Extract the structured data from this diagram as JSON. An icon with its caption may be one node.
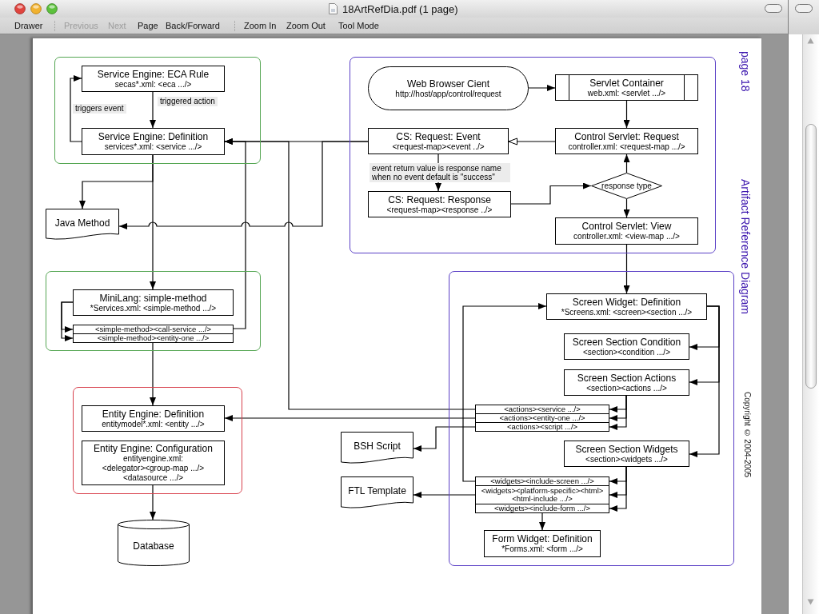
{
  "diagram": {
    "title": "Artifact Reference Diagram",
    "nodes": [
      {
        "text": [],
        "shape": "box"
      },
      {
        "text": [
          "Service Engine: ECA Rule",
          "secas*.xml: <eca .../>"
        ],
        "in": 0
      },
      {
        "text": [
          "Service Engine: Definition",
          "services*.xml: <service .../>"
        ],
        "in": 0
      },
      {
        "text": [],
        "shape": "box"
      },
      {
        "text": [
          "Web Browser Cient",
          "http://host/app/control/request"
        ],
        "in": 3
      },
      {
        "text": [
          "Servlet Container",
          "web.xml: <servlet .../>"
        ],
        "in": 3
      },
      {
        "text": [
          "CS: Request: Event",
          "<request-map><event ../>"
        ],
        "in": 3
      },
      {
        "text": [
          "Control Servlet: Request",
          "controller.xml: <request-map .../>"
        ],
        "in": 3
      },
      {
        "text": [
          "response type"
        ],
        "in": 3
      },
      {
        "text": [
          "CS: Request: Response",
          "<request-map><response ../>"
        ],
        "in": 3
      },
      {
        "text": [
          "Control Servlet: View",
          "controller.xml: <view-map .../>"
        ],
        "in": 3
      },
      {
        "text": [
          "Java Method"
        ]
      },
      {
        "text": [],
        "shape": "box"
      },
      {
        "text": [
          "MiniLang: simple-method",
          "*Services.xml: <simple-method .../>"
        ],
        "in": 12
      },
      {
        "text": [
          "<simple-method><call-service .../>"
        ],
        "in": 12
      },
      {
        "text": [
          "<simple-method><entity-one .../>"
        ],
        "in": 12
      },
      {
        "text": [],
        "shape": "box"
      },
      {
        "text": [
          "Entity Engine: Definition",
          "entitymodel*.xml: <entity .../>"
        ],
        "in": 16
      },
      {
        "text": [
          "Entity Engine: Configuration",
          "entityengine.xml: <delegator><group-map .../> <datasource .../>"
        ],
        "in": 16
      },
      {
        "text": [
          "Database"
        ]
      },
      {
        "text": [],
        "shape": "box"
      },
      {
        "text": [
          "Screen Widget: Definition",
          "*Screens.xml: <screen><section .../>"
        ],
        "in": 20
      },
      {
        "text": [
          "Screen Section Condition",
          "<section><condition .../>"
        ],
        "in": 20
      },
      {
        "text": [
          "Screen Section Actions",
          "<section><actions .../>"
        ],
        "in": 20
      },
      {
        "text": [
          "<actions><service .../>"
        ],
        "in": 20
      },
      {
        "text": [
          "<actions><entity-one .../>"
        ],
        "in": 20
      },
      {
        "text": [
          "<actions><script .../>"
        ],
        "in": 20
      },
      {
        "text": [
          "BSH Script"
        ]
      },
      {
        "text": [
          "Screen Section Widgets",
          "<section><widgets .../>"
        ],
        "in": 20
      },
      {
        "text": [
          "<widgets><include-screen .../>"
        ],
        "in": 20
      },
      {
        "text": [
          "<widgets><platform-specific><html><html-include .../>"
        ],
        "in": 20
      },
      {
        "text": [
          "<widgets><include-form .../>"
        ],
        "in": 20
      },
      {
        "text": [
          "FTL Template"
        ]
      },
      {
        "text": [
          "Form Widget: Definition",
          "*Forms.xml: <form .../>"
        ],
        "in": 20
      }
    ],
    "edges": [
      {
        "from": 1,
        "to": 2,
        "arrow": "to",
        "label": "triggered action"
      },
      {
        "from": 2,
        "to": 1,
        "arrow": "to",
        "label": "triggers event"
      },
      {
        "from": 2,
        "to": 11,
        "arrow": "to"
      },
      {
        "from": 2,
        "to": 13,
        "arrow": "to"
      },
      {
        "from": 6,
        "to": 2,
        "arrow": "to"
      },
      {
        "from": 6,
        "to": 11,
        "arrow": "to"
      },
      {
        "from": 14,
        "to": 2,
        "arrow": "to"
      },
      {
        "from": 24,
        "to": 2,
        "arrow": "to"
      },
      {
        "from": 25,
        "to": 17,
        "arrow": "to"
      },
      {
        "from": 26,
        "to": 27,
        "arrow": "to"
      },
      {
        "from": 15,
        "to": 17,
        "arrow": "to"
      },
      {
        "from": 13,
        "to": 14,
        "arrow": "to"
      },
      {
        "from": 13,
        "to": 15,
        "arrow": "to"
      },
      {
        "from": 18,
        "to": 19,
        "arrow": "to"
      },
      {
        "from": 4,
        "to": 5,
        "arrow": "to"
      },
      {
        "from": 5,
        "to": 7,
        "arrow": "to"
      },
      {
        "from": 7,
        "to": 6,
        "arrow": "to"
      },
      {
        "from": 6,
        "to": 9,
        "arrow": "to",
        "label": "event return value is response name when no event default is \"success\""
      },
      {
        "from": 9,
        "to": 8,
        "arrow": "to"
      },
      {
        "from": 8,
        "to": 7,
        "arrow": "to"
      },
      {
        "from": 8,
        "to": 10,
        "arrow": "to"
      },
      {
        "from": 10,
        "to": 21,
        "arrow": "to"
      },
      {
        "from": 21,
        "to": 22,
        "arrow": "to"
      },
      {
        "from": 21,
        "to": 23,
        "arrow": "to"
      },
      {
        "from": 21,
        "to": 28,
        "arrow": "to"
      },
      {
        "from": 23,
        "to": 24,
        "arrow": "to"
      },
      {
        "from": 23,
        "to": 25,
        "arrow": "to"
      },
      {
        "from": 23,
        "to": 26,
        "arrow": "to"
      },
      {
        "from": 28,
        "to": 29,
        "arrow": "to"
      },
      {
        "from": 28,
        "to": 30,
        "arrow": "to"
      },
      {
        "from": 28,
        "to": 31,
        "arrow": "to"
      },
      {
        "from": 29,
        "to": 21,
        "arrow": "to"
      },
      {
        "from": 30,
        "to": 32,
        "arrow": "to"
      },
      {
        "from": 31,
        "to": 33,
        "arrow": "to"
      }
    ],
    "labels": [
      "18ArtRefDia.pdf (1 page)",
      "Drawer",
      "Previous",
      "Next",
      "Page",
      "Back/Forward",
      "Zoom In",
      "Zoom Out",
      "Tool Mode",
      "page 18",
      "Copyright © 2004-2005"
    ]
  }
}
